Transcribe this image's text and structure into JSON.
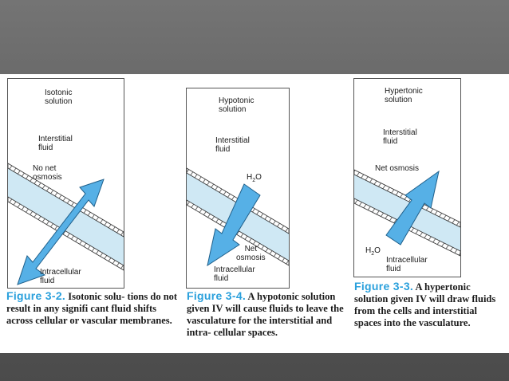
{
  "colors": {
    "membrane_fill": "#cfe8f4",
    "arrow_fill": "#56b0e6",
    "caption_figure": "#2aa0dc",
    "background": "#666666"
  },
  "figures": [
    {
      "top_label": "Isotonic\nsolution",
      "interstitial": "Interstitial\nfluid",
      "osmosis": "No net\nosmosis",
      "intracellular": "Intracellular\nfluid",
      "figure_number": "Figure 3-2.",
      "caption": " Isotonic solu- tions do not result in any signifi cant fluid shifts across cellular or vascular membranes."
    },
    {
      "top_label": "Hypotonic\nsolution",
      "interstitial": "Interstitial\nfluid",
      "h2o_main": "H",
      "h2o_sub": "2",
      "h2o_end": "O",
      "osmosis": "Net\nosmosis",
      "intracellular": "Intracellular\nfluid",
      "figure_number": "Figure 3-4.",
      "caption": " A hypotonic solution given IV will cause fluids to leave the vasculature for the interstitial and intra- cellular spaces."
    },
    {
      "top_label": "Hypertonic\nsolution",
      "interstitial": "Interstitial\nfluid",
      "osmosis": "Net osmosis",
      "h2o_main": "H",
      "h2o_sub": "2",
      "h2o_end": "O",
      "intracellular": "Intracellular\nfluid",
      "figure_number": "Figure 3-3.",
      "caption": " A hypertonic solution given IV will draw fluids from the cells and interstitial spaces into the vasculature."
    }
  ]
}
